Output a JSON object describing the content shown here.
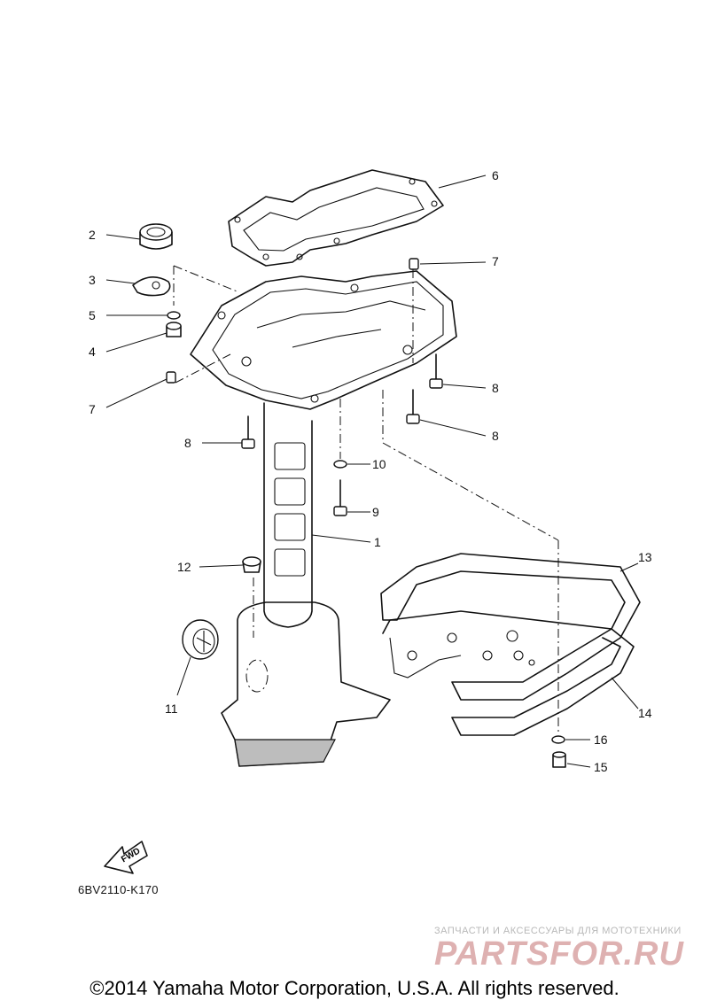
{
  "callouts": [
    {
      "id": "c1",
      "label": "1"
    },
    {
      "id": "c2",
      "label": "2"
    },
    {
      "id": "c3",
      "label": "3"
    },
    {
      "id": "c4",
      "label": "4"
    },
    {
      "id": "c5",
      "label": "5"
    },
    {
      "id": "c6",
      "label": "6"
    },
    {
      "id": "c7a",
      "label": "7"
    },
    {
      "id": "c7b",
      "label": "7"
    },
    {
      "id": "c8a",
      "label": "8"
    },
    {
      "id": "c8b",
      "label": "8"
    },
    {
      "id": "c8c",
      "label": "8"
    },
    {
      "id": "c9",
      "label": "9"
    },
    {
      "id": "c10",
      "label": "10"
    },
    {
      "id": "c11",
      "label": "11"
    },
    {
      "id": "c12",
      "label": "12"
    },
    {
      "id": "c13",
      "label": "13"
    },
    {
      "id": "c14",
      "label": "14"
    },
    {
      "id": "c15",
      "label": "15"
    },
    {
      "id": "c16",
      "label": "16"
    }
  ],
  "fwd_label": "FWD",
  "diagram_code": "6BV2110-K170",
  "watermark": {
    "subtitle": "ЗАПЧАСТИ И АКСЕССУАРЫ ДЛЯ МОТОТЕХНИКИ",
    "logo": "PARTSFOR.RU"
  },
  "copyright": "©2014 Yamaha Motor Corporation, U.S.A. All rights reserved."
}
